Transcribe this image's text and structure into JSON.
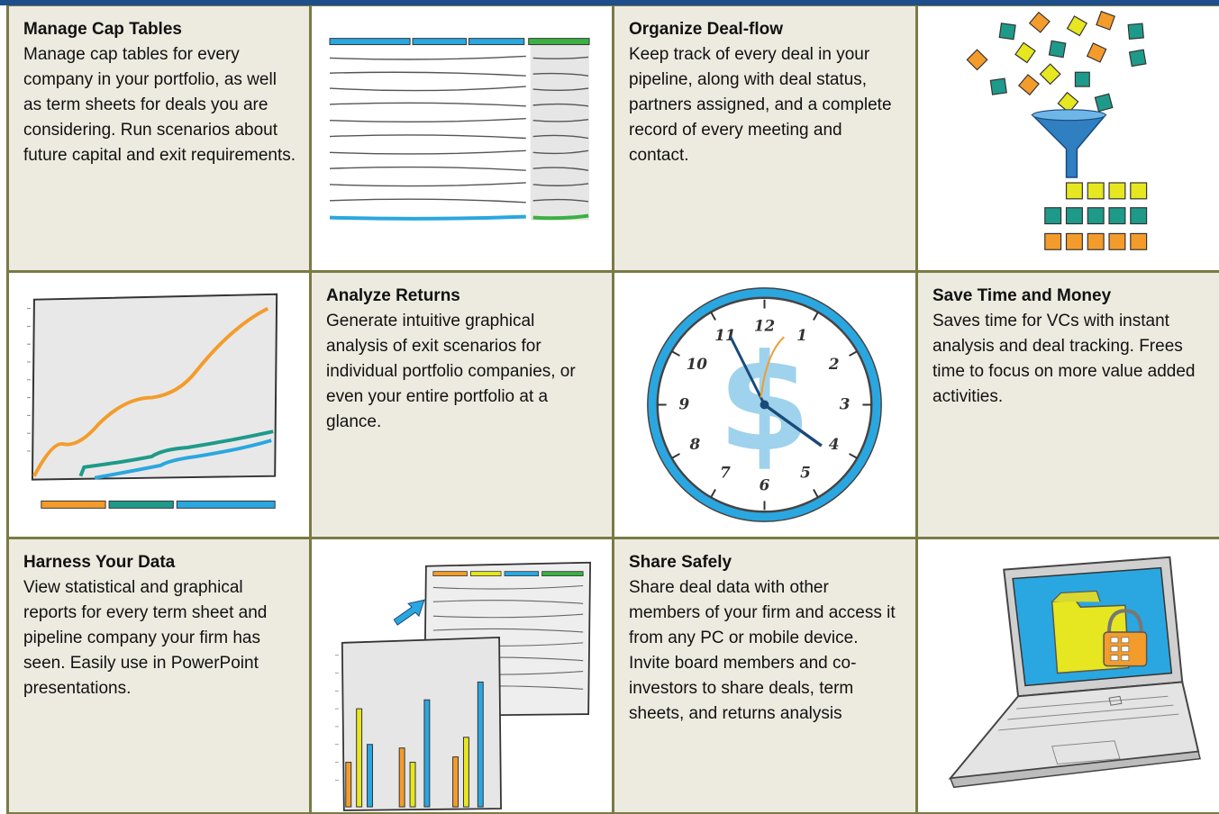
{
  "features": [
    {
      "title": "Manage Cap Tables",
      "body": "Manage cap tables for every company in your portfolio, as well as term sheets for deals you are considering.  Run scenarios about future capital and exit requirements."
    },
    {
      "title": "Organize Deal-flow",
      "body": "Keep track of every deal in your pipeline, along with deal status, partners assigned, and a complete record of every meeting and contact."
    },
    {
      "title": "Analyze Returns",
      "body": "Generate intuitive graphical analysis of exit scenarios for individual portfolio companies, or even your entire portfolio at a glance."
    },
    {
      "title": "Save Time and Money",
      "body": "Saves time for VCs with instant analysis and deal tracking. Frees time to focus on more value added activities."
    },
    {
      "title": "Harness Your Data",
      "body": "View statistical and graphical reports for every term sheet and pipeline company your firm has seen. Easily use in PowerPoint presentations."
    },
    {
      "title": "Share Safely",
      "body": "Share deal data with other members of your firm and access it from any PC or mobile device. Invite board members and co-investors to share deals, term sheets, and returns analysis"
    }
  ],
  "illustrations": {
    "clock_numerals": [
      "12",
      "1",
      "2",
      "3",
      "4",
      "5",
      "6",
      "7",
      "8",
      "9",
      "10",
      "11"
    ],
    "dollar_sign": "$"
  },
  "colors": {
    "accent_blue": "#2aa7e0",
    "accent_green": "#3cb043",
    "accent_orange": "#f39c2b",
    "accent_teal": "#1e9a8a",
    "accent_yellow": "#e6e621",
    "cell_background": "#edebe0",
    "border": "#7a7a45",
    "top_bar": "#1f4e8c"
  }
}
